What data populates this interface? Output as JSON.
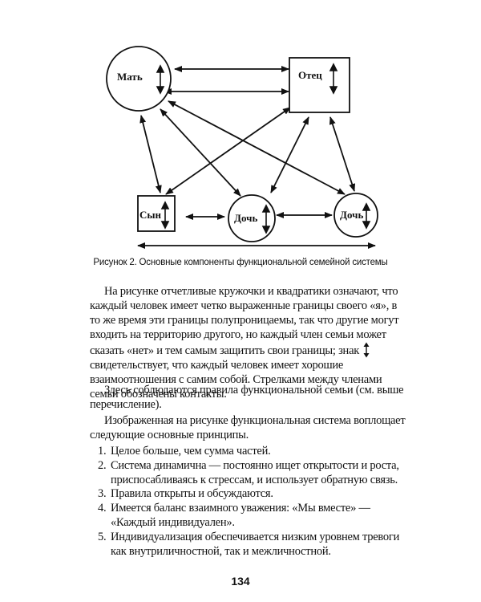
{
  "diagram": {
    "nodes": [
      {
        "id": "mother",
        "label": "Мать",
        "shape": "circle"
      },
      {
        "id": "father",
        "label": "Отец",
        "shape": "square"
      },
      {
        "id": "son",
        "label": "Сын",
        "shape": "square"
      },
      {
        "id": "daughter1",
        "label": "Дочь",
        "shape": "circle"
      },
      {
        "id": "daughter2",
        "label": "Дочь",
        "shape": "circle"
      }
    ],
    "edges": [
      [
        "mother",
        "father"
      ],
      [
        "mother",
        "son"
      ],
      [
        "mother",
        "daughter1"
      ],
      [
        "mother",
        "daughter2"
      ],
      [
        "father",
        "son"
      ],
      [
        "father",
        "daughter1"
      ],
      [
        "father",
        "daughter2"
      ],
      [
        "son",
        "daughter1"
      ],
      [
        "daughter1",
        "daughter2"
      ],
      [
        "bottom-left",
        "bottom-right"
      ]
    ],
    "caption": "Рисунок 2. Основные компоненты функциональной семейной системы"
  },
  "text": {
    "p1_a": "На рисунке отчетливые кружочки и квадратики означают, что каждый человек имеет четко выраженные границы своего «я», в то же время эти границы полупроницаемы, так что другие могут входить на территорию другого, но каждый член семьи может сказать «нет» и тем самым защитить свои границы; знак",
    "p1_b": "свидетельствует, что каждый человек имеет хорошие взаимоотношения с самим собой. Стрелками между членами семьи обозначены контакты.",
    "p2": "Здесь соблюдаются правила функциональной семьи (см. выше перечисление).",
    "p3": "Изображенная на рисунке функциональная система воплощает следующие основные принципы."
  },
  "list": [
    {
      "num": "1.",
      "text": "Целое больше, чем сумма частей."
    },
    {
      "num": "2.",
      "text": "Система динамична — постоянно ищет открытости и роста, приспосабливаясь к стрессам, и использует обратную связь."
    },
    {
      "num": "3.",
      "text": "Правила открыты и обсуждаются."
    },
    {
      "num": "4.",
      "text": "Имеется баланс взаимного уважения: «Мы вместе» — «Каждый индивидуален»."
    },
    {
      "num": "5.",
      "text": "Индивидуализация обеспечивается низким уровнем тревоги как внутриличностной, так и межличностной."
    }
  ],
  "page_number": "134"
}
